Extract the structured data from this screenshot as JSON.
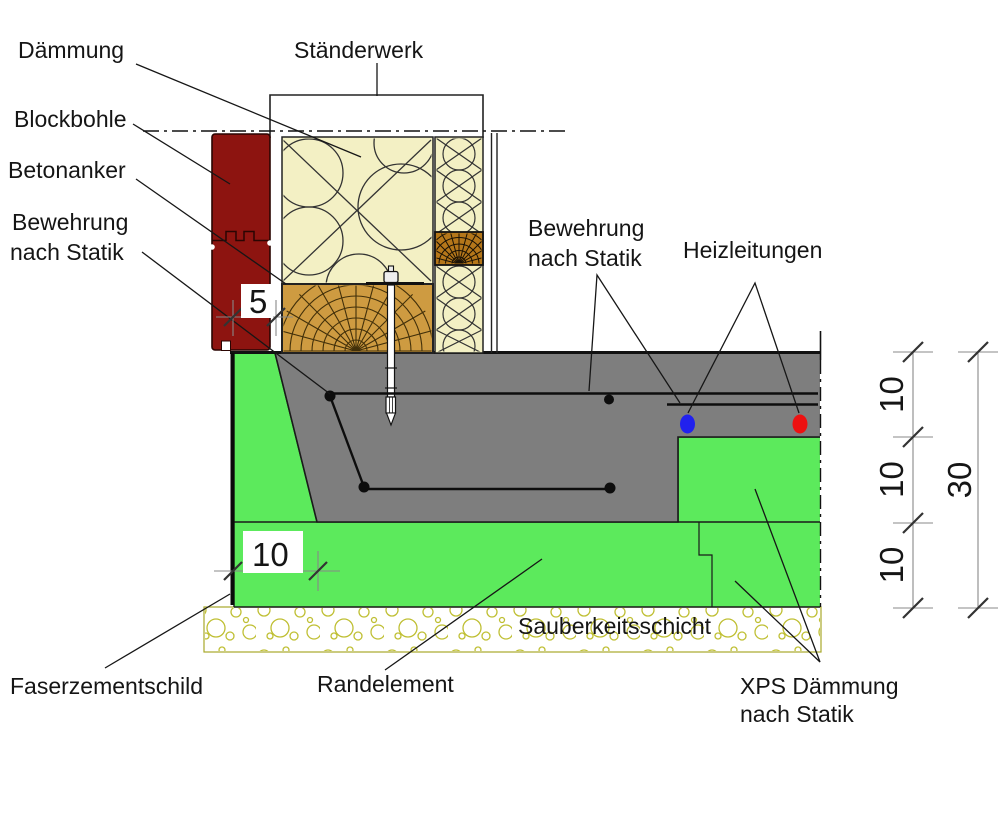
{
  "callouts": {
    "daemmung": "Dämmung",
    "staenderwerk": "Ständerwerk",
    "blockbohle": "Blockbohle",
    "betonanker": "Betonanker",
    "bewehrung_links": [
      "Bewehrung",
      "nach Statik"
    ],
    "bewehrung_rechts": [
      "Bewehrung",
      "nach Statik"
    ],
    "heizleitungen": "Heizleitungen",
    "sauberkeitsschicht": "Sauberkeitsschicht",
    "faserzementschild": "Faserzementschild",
    "randelement": "Randelement",
    "xps": [
      "XPS Dämmung",
      "nach Statik"
    ]
  },
  "dimensions": {
    "luftspalt": "5",
    "randstreifen_breite": "10",
    "bodenplatte_dicke": "10",
    "xps_lage_1": "10",
    "xps_lage_2": "10",
    "gesamt": "30"
  },
  "colors": {
    "blockbohle": "#8D1410",
    "daemmung_hell": "#F3F0C4",
    "holz": "#CE9B41",
    "holz_dunkel": "#B5771A",
    "beton": "#7E7E7E",
    "xps_gruen": "#5CEA5C",
    "heizleitung_rot": "#EE1111",
    "heizleitung_blau": "#2121EE",
    "sauberkeitsschicht_gelb": "#BFBF33"
  }
}
